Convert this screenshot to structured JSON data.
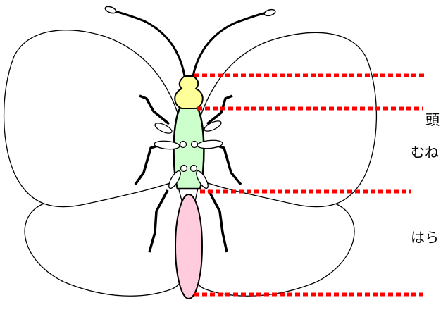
{
  "labels": {
    "head": "頭",
    "thorax": "むね",
    "abdomen": "はら"
  },
  "colors": {
    "outline": "#000000",
    "head_fill": "#ffff99",
    "thorax_fill": "#ccffcc",
    "abdomen_fill": "#ffccdd",
    "divider_line": "#ff0000",
    "wing_fill": "#ffffff"
  }
}
